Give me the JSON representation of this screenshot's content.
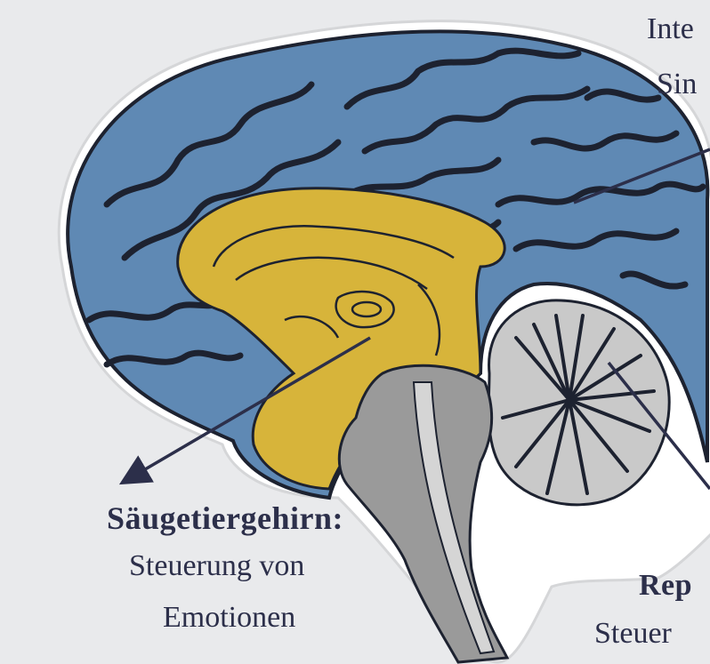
{
  "labels": {
    "neocortex_line1": "Inte",
    "neocortex_line2": "Sin",
    "mammalian_title": "Säugetiergehirn:",
    "mammalian_desc_line1": "Steuerung von",
    "mammalian_desc_line2": "Emotionen",
    "reptilian_title": "Rep",
    "reptilian_desc": "Steuer"
  },
  "colors": {
    "background": "#e9eaec",
    "cortex": "#5f89b4",
    "limbic": "#d7b43a",
    "brainstem": "#9a9a9a",
    "cerebellum": "#c9c9c9",
    "text": "#2c2f4a"
  }
}
